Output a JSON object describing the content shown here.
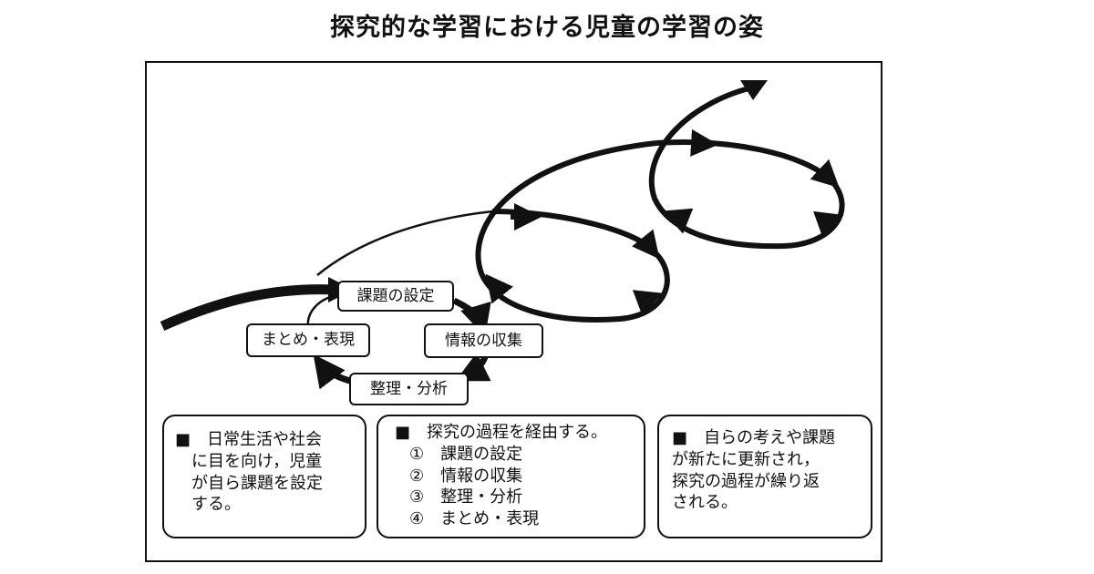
{
  "title": "探究的な学習における児童の学習の姿",
  "cycle": {
    "step1": "課題の設定",
    "step2": "情報の収集",
    "step3": "整理・分析",
    "step4": "まとめ・表現"
  },
  "notes": {
    "left": "■　日常生活や社会\n　に目を向け，児童\n　が自ら課題を設定\n　する。",
    "middle_heading": "■　探究の過程を経由する。",
    "middle_items": [
      "①　課題の設定",
      "②　情報の収集",
      "③　整理・分析",
      "④　まとめ・表現"
    ],
    "right": "■　自らの考えや課題\nが新たに更新され，\n探究の過程が繰り返\nされる。"
  }
}
